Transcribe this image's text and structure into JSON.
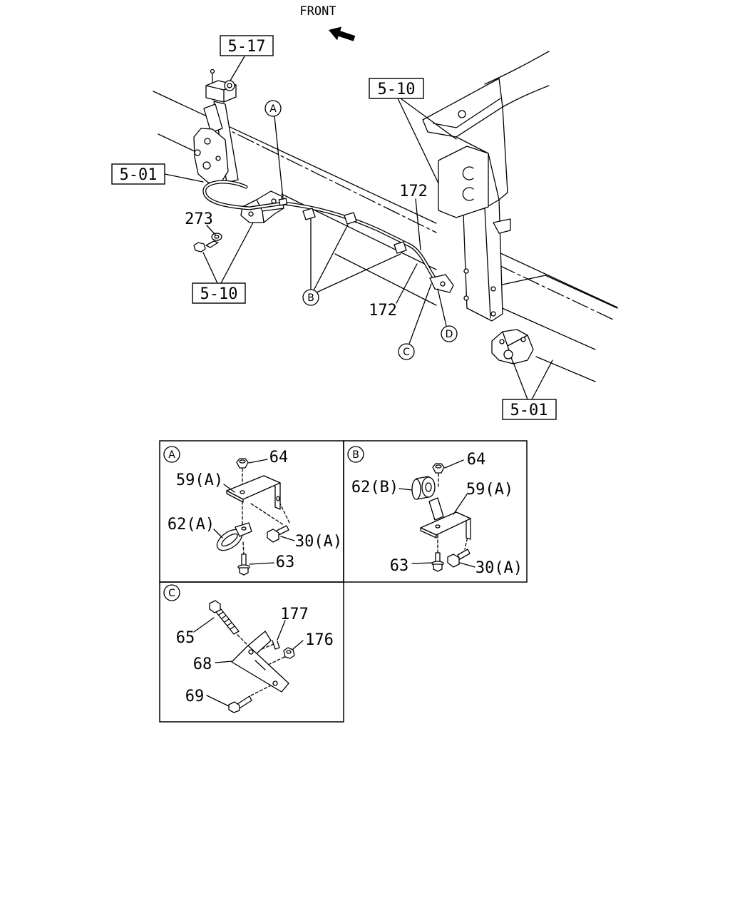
{
  "colors": {
    "line": "#000000",
    "background": "#ffffff"
  },
  "direction": {
    "label": "FRONT",
    "icon": "front-arrow-icon"
  },
  "references": {
    "top_left": "5-17",
    "crossmember": "5-10",
    "left_mount": "5-01",
    "lower_left": "5-10",
    "right_mount": "5-01"
  },
  "callouts": {
    "cable_upper": "172",
    "cable_lower": "172",
    "part_273": "273"
  },
  "detail_markers": {
    "a": "A",
    "b": "B",
    "c": "C",
    "d": "D"
  },
  "detail_a": {
    "marker": "A",
    "nut": "64",
    "bracket": "59(A)",
    "clamp": "62(A)",
    "bolt_side": "30(A)",
    "bolt_bottom": "63"
  },
  "detail_b": {
    "marker": "B",
    "nut": "64",
    "grommet": "62(B)",
    "bracket": "59(A)",
    "bolt_bottom": "63",
    "bolt_side": "30(A)"
  },
  "detail_c": {
    "marker": "C",
    "clip": "177",
    "nut": "176",
    "stud": "65",
    "bracket": "68",
    "bolt": "69"
  }
}
